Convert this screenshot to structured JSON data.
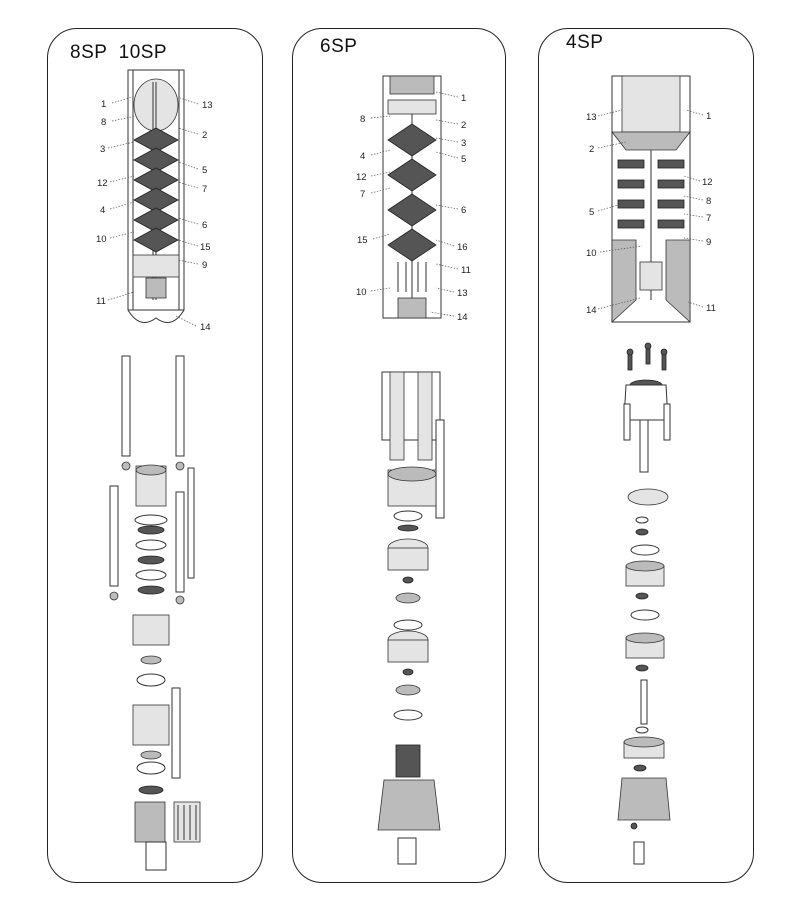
{
  "panels": [
    {
      "title": "8SP  10SP",
      "callouts_left": [
        "1",
        "8",
        "3",
        "12",
        "4",
        "10",
        "11"
      ],
      "callouts_right": [
        "13",
        "2",
        "5",
        "7",
        "6",
        "15",
        "9",
        "14"
      ]
    },
    {
      "title": "6SP",
      "callouts_left": [
        "8",
        "4",
        "12",
        "7",
        "15",
        "10"
      ],
      "callouts_right": [
        "1",
        "2",
        "3",
        "5",
        "6",
        "16",
        "11",
        "13",
        "14"
      ]
    },
    {
      "title": "4SP",
      "callouts_left": [
        "13",
        "2",
        "5",
        "10",
        "14"
      ],
      "callouts_right": [
        "1",
        "12",
        "8",
        "7",
        "9",
        "11"
      ]
    }
  ]
}
